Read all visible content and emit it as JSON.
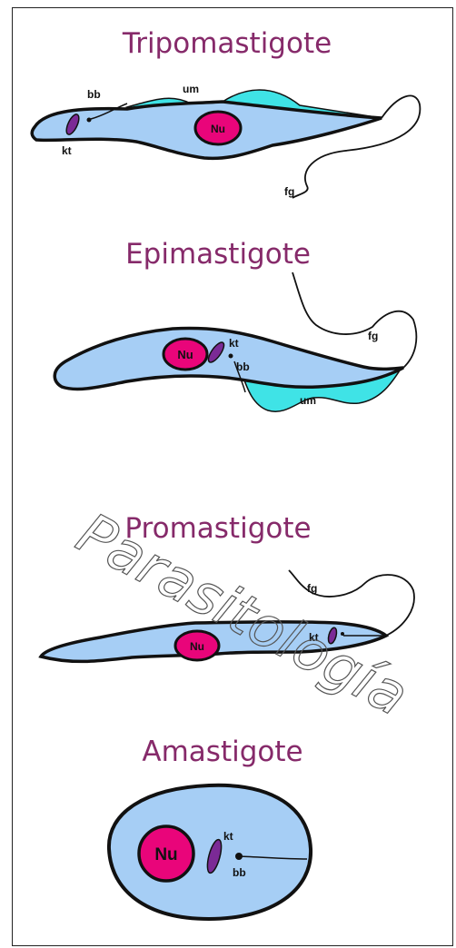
{
  "stages": [
    {
      "title": "Tripomastigote",
      "labels": {
        "bb": "bb",
        "um": "um",
        "kt": "kt",
        "nu": "Nu",
        "fg": "fg"
      }
    },
    {
      "title": "Epimastigote",
      "labels": {
        "nu": "Nu",
        "kt": "kt",
        "bb": "bb",
        "fg": "fg",
        "um": "um"
      }
    },
    {
      "title": "Promastigote",
      "labels": {
        "fg": "fg",
        "kt": "kt",
        "nu": "Nu"
      }
    },
    {
      "title": "Amastigote",
      "labels": {
        "nu": "Nu",
        "kt": "kt",
        "bb": "bb"
      }
    }
  ],
  "watermark": "Parasitología",
  "colors": {
    "title": "#862a6a",
    "cell_body": "#a6cef5",
    "membrane": "#3fe3e6",
    "nucleus": "#e9057a",
    "kinetoplast": "#7b2a96",
    "outline": "#111111"
  }
}
